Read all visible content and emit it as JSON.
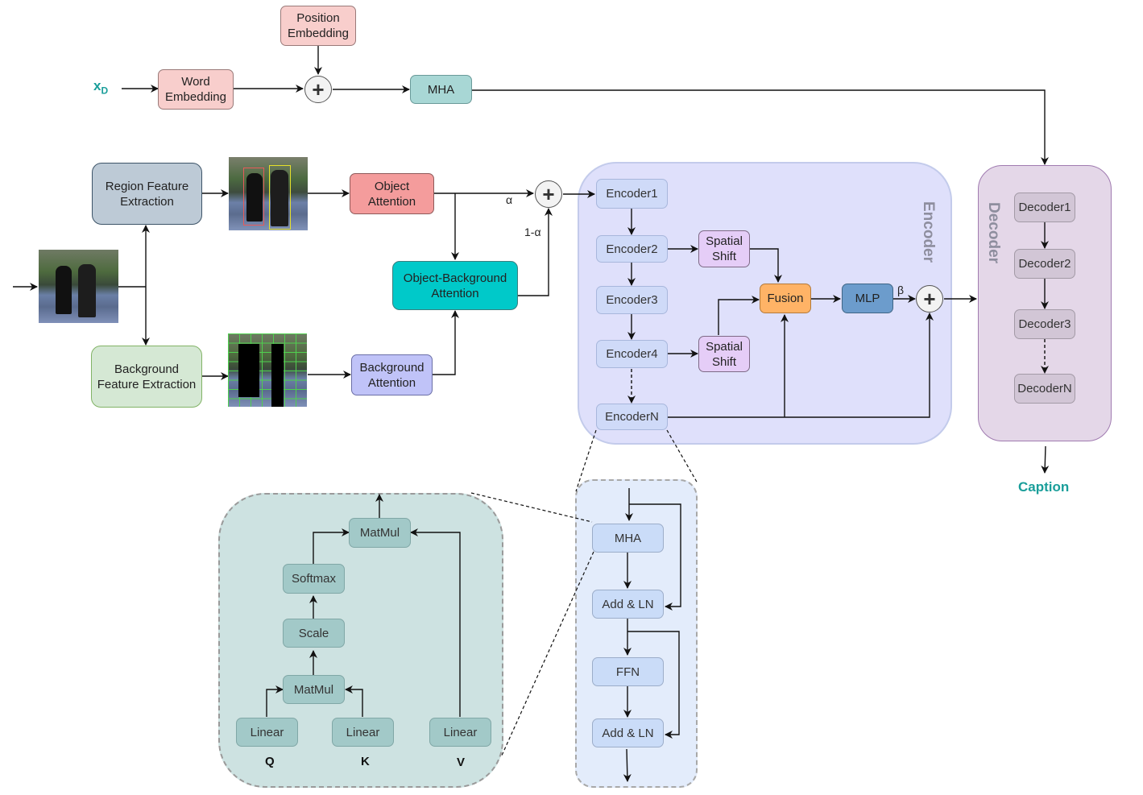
{
  "input_token": {
    "main": "x",
    "sub": "D"
  },
  "text_branch": {
    "position_embedding": "Position\nEmbedding",
    "word_embedding": "Word\nEmbedding",
    "mha": "MHA"
  },
  "visual_branch": {
    "region_feature_extraction": "Region Feature\nExtraction",
    "background_feature_extraction": "Background\nFeature Extraction",
    "object_attention": "Object\nAttention",
    "object_background_attention": "Object-Background\nAttention",
    "background_attention": "Background\nAttention",
    "alpha_label": "α",
    "one_minus_alpha_label": "1-α"
  },
  "encoder": {
    "title": "Encoder",
    "blocks": [
      "Encoder1",
      "Encoder2",
      "Encoder3",
      "Encoder4",
      "EncoderN"
    ],
    "spatial_shift": "Spatial\nShift",
    "fusion": "Fusion",
    "mlp": "MLP",
    "beta_label": "β"
  },
  "decoder": {
    "title": "Decoder",
    "blocks": [
      "Decoder1",
      "Decoder2",
      "Decoder3",
      "DecoderN"
    ],
    "output": "Caption"
  },
  "attention_detail": {
    "matmul_top": "MatMul",
    "softmax": "Softmax",
    "scale": "Scale",
    "matmul_bottom": "MatMul",
    "linear": "Linear",
    "inputs": [
      "Q",
      "K",
      "V"
    ]
  },
  "encoder_layer_detail": {
    "mha": "MHA",
    "add_ln": "Add & LN",
    "ffn": "FFN"
  },
  "colors": {
    "accent_teal": "#1a9e9a",
    "encoder_bg": "#dfe0fb",
    "decoder_bg": "#e4d7e8",
    "attention_bg": "#cde2e1",
    "layer_bg": "#e3ecfb"
  }
}
